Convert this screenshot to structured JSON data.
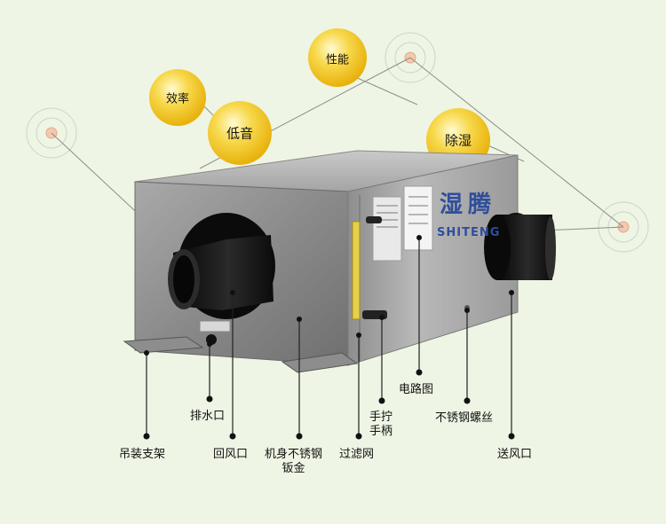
{
  "features": {
    "efficiency": "效率",
    "low_noise": "低音",
    "performance": "性能",
    "dehumidify": "除湿"
  },
  "brand": {
    "name_cn": "湿腾",
    "name_en": "SHITENG"
  },
  "parts": {
    "hanging_bracket": "吊装支架",
    "drain_outlet": "排水口",
    "return_air": "回风口",
    "body_line1": "机身不锈钢",
    "body_line2": "钣金",
    "filter": "过滤网",
    "hand_screw_line1": "手拧",
    "hand_screw_line2": "手柄",
    "circuit_diagram": "电路图",
    "stainless_screw": "不锈钢螺丝",
    "supply_air": "送风口"
  },
  "colors": {
    "background": "#eef5e4",
    "bubble": "#f2c21a",
    "brand_blue": "#2f4f9c",
    "callout_line": "#222222"
  }
}
